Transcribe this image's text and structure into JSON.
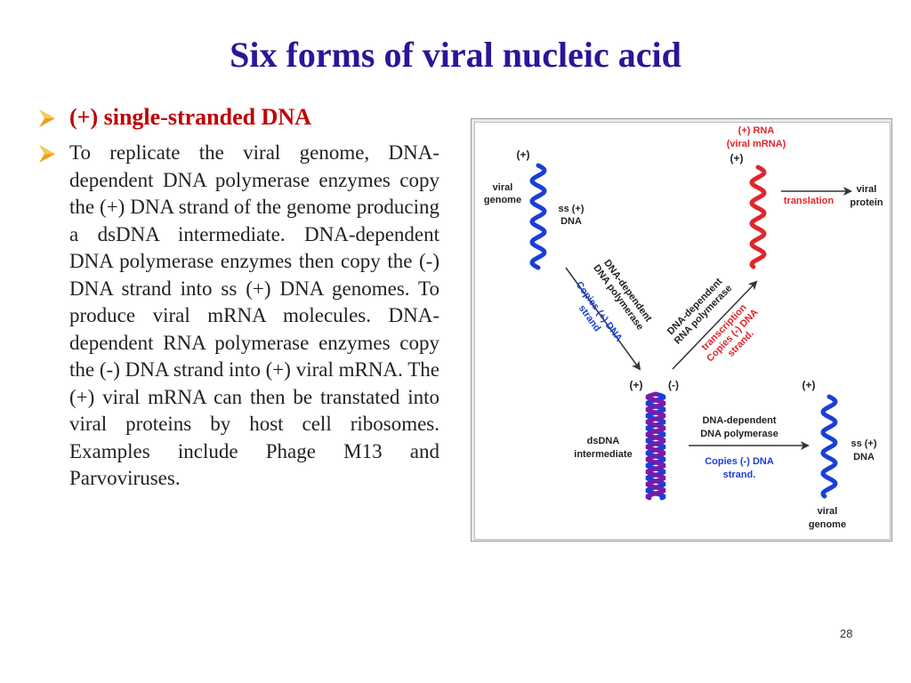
{
  "slide": {
    "title": "Six forms of viral nucleic acid",
    "page_number": "28"
  },
  "bullets": {
    "heading": "(+) single-stranded DNA",
    "body": "To replicate the viral genome, DNA-dependent DNA polymerase enzymes copy the (+) DNA strand of the genome producing a dsDNA intermediate. DNA-dependent DNA polymerase enzymes then copy the (-) DNA strand into ss (+) DNA genomes. To produce viral mRNA molecules. DNA-dependent RNA polymerase enzymes copy the (-) DNA strand into (+) viral mRNA. The (+) viral mRNA can then be transtated into viral proteins by host cell ribosomes. Examples include Phage M13 and Parvoviruses."
  },
  "figure": {
    "colors": {
      "plus_strand": "#1a3fd6",
      "minus_strand": "#7a1aa8",
      "rna_strand": "#e0262b",
      "enzyme_text": "#222222",
      "blue_text": "#1a3fd6",
      "red_text": "#e0262b",
      "arrow": "#333333"
    },
    "top_left": {
      "plus_label": "(+)",
      "viral_label": "viral",
      "genome_label": "genome",
      "ss_label": "ss (+)",
      "dna_label": "DNA"
    },
    "top_right": {
      "rna_label": "(+) RNA",
      "mrna_label": "(viral mRNA)",
      "plus_label": "(+)",
      "translation_label": "translation",
      "viral_label": "viral",
      "protein_label": "protein"
    },
    "left_diag": {
      "enzyme_line1": "DNA-dependent",
      "enzyme_line2": "DNA polymerase",
      "copies_line1": "Copies (+) DNA",
      "copies_line2": "strand"
    },
    "right_diag": {
      "enzyme_line1": "DNA-dependent",
      "enzyme_line2": "RNA polymerase",
      "trans_line1": "transcription",
      "trans_line2": "Copies (-) DNA",
      "trans_line3": "strand."
    },
    "bottom_left": {
      "plus_label": "(+)",
      "minus_label": "(-)",
      "dsdna_label": "dsDNA",
      "intermediate_label": "intermediate"
    },
    "bottom_middle": {
      "enzyme_line1": "DNA-dependent",
      "enzyme_line2": "DNA polymerase",
      "copies_line1": "Copies (-) DNA",
      "copies_line2": "strand."
    },
    "bottom_right": {
      "plus_label": "(+)",
      "ss_label": "ss (+)",
      "dna_label": "DNA",
      "viral_label": "viral",
      "genome_label": "genome"
    }
  }
}
